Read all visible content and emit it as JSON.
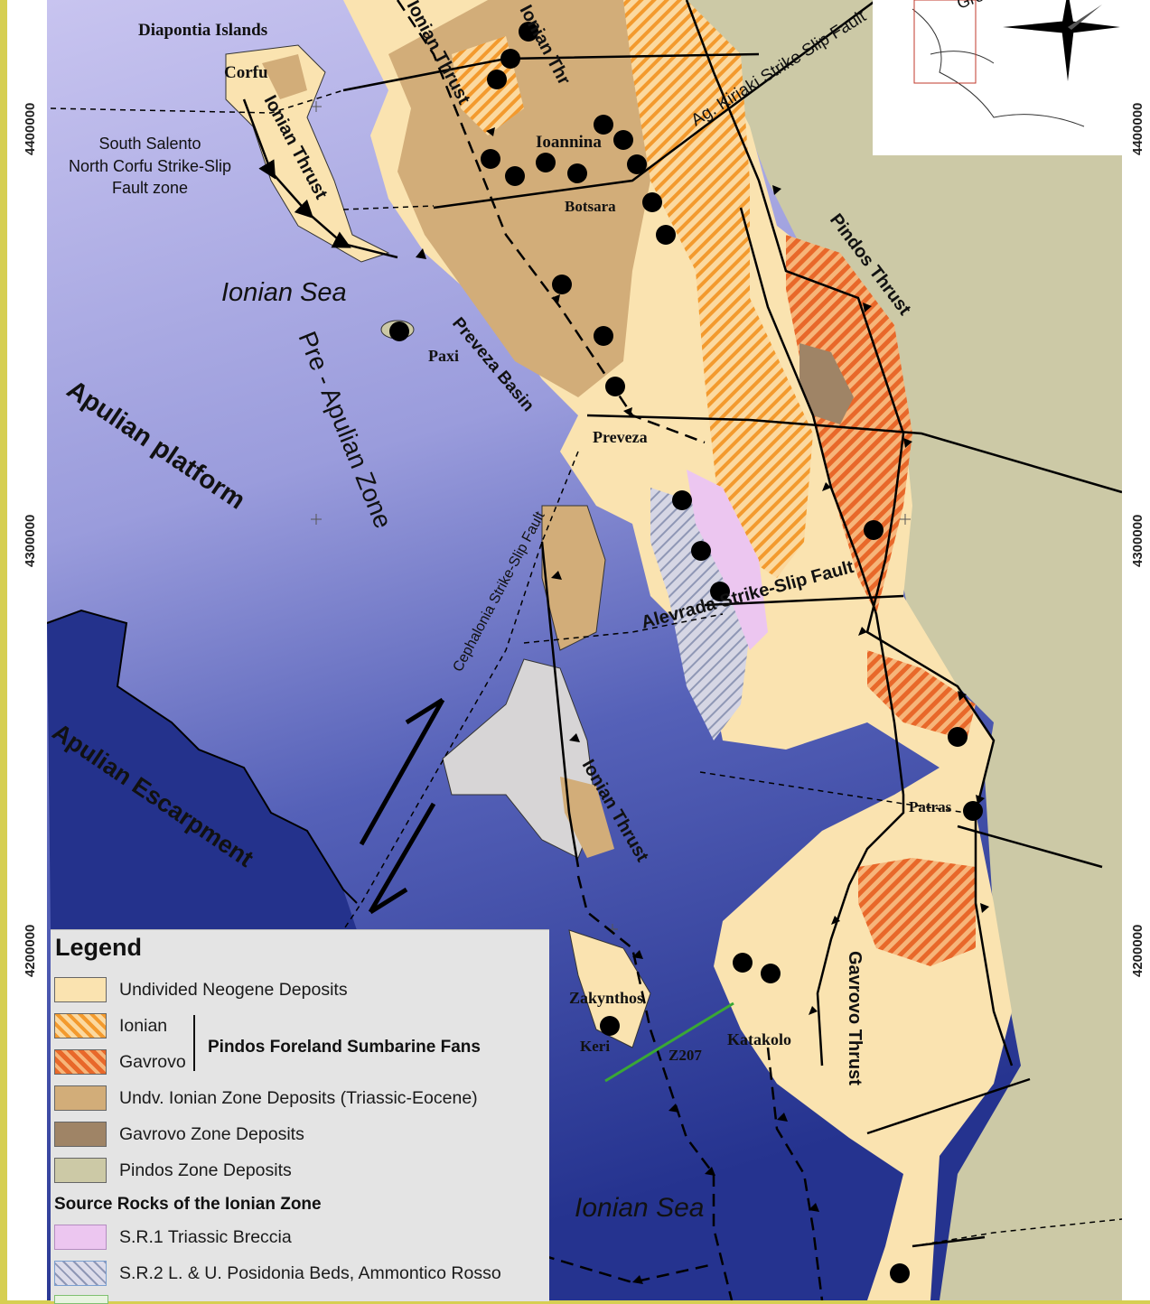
{
  "map": {
    "coordinates": {
      "top": "4400000",
      "middle": "4300000",
      "bottom": "4200000"
    },
    "labels": {
      "diapontia": "Diapontia Islands",
      "corfu": "Corfu",
      "ionian_thrust_nw": "Ionian Thrust",
      "ionian_thrust_top": "Ionian Thrust",
      "ionian_thr": "Ionian Thr",
      "strike_slip_top": "Ag. Kiriaki Strike Slip Fault",
      "ioannina": "Ioannina",
      "botsara": "Botsara",
      "south_salento": "South Salento",
      "north_corfu": "North Corfu Strike-Slip",
      "fault_zone": "Fault zone",
      "ionian_sea_n": "Ionian Sea",
      "pindos_thrust": "Pindos Thrust",
      "preveza_basin": "Preveza Basin",
      "paxi": "Paxi",
      "pre_apulian": "Pre - Apulian Zone",
      "apulian_platform": "Apulian platform",
      "preveza": "Preveza",
      "cephalonia": "Cephalonia Strike-Slip Fault",
      "alevrada": "Alevrada Strike-Slip Fault",
      "apulian_escarpment": "Apulian Escarpment",
      "ionian_thrust_s": "Ionian Thrust",
      "patras": "Patras",
      "zakynthos": "Zakynthos",
      "keri": "Keri",
      "z207": "Z207",
      "katakolo": "Katakolo",
      "gavrovo_thrust": "Gavrovo Thrust",
      "ionian_sea_s": "Ionian Sea",
      "inset_label": "Gre"
    },
    "colors": {
      "neogene": "#fae3b0",
      "ionian_fan": "#f6a43c",
      "gavrovo_fan": "#ef7b2a",
      "undv_ionian": "#d2ad79",
      "gavrovo_zone": "#9f8466",
      "pindos_zone": "#ccc9a6",
      "sr1": "#ecc6f0",
      "sr2": "#c7c7dc",
      "sea_shallow": "#c7c3ef",
      "sea_deep": "#2d3f9c"
    }
  },
  "legend": {
    "title": "Legend",
    "items": [
      {
        "label": "Undivided Neogene Deposits"
      },
      {
        "label": "Ionian"
      },
      {
        "label": "Gavrovo"
      },
      {
        "label": "Undv. Ionian Zone Deposits (Triassic-Eocene)"
      },
      {
        "label": "Gavrovo Zone Deposits"
      },
      {
        "label": "Pindos Zone Deposits"
      }
    ],
    "group_label": "Pindos Foreland Sumbarine Fans",
    "section_title": "Source Rocks of the Ionian Zone",
    "source_rocks": [
      {
        "label": "S.R.1 Triassic Breccia"
      },
      {
        "label": "S.R.2 L. & U. Posidonia Beds, Ammontico Rosso"
      }
    ]
  }
}
